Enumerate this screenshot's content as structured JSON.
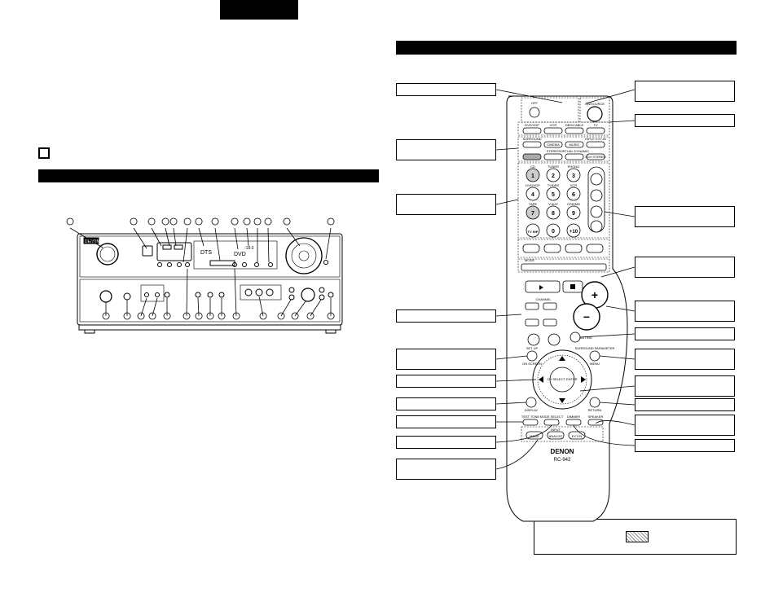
{
  "receiver": {
    "brand": "DENON",
    "display_dts": "DTS",
    "display_dvd": "DVD",
    "display_db": "-18.0"
  },
  "remote": {
    "brand": "DENON",
    "model": "RC-942",
    "keys": {
      "off": "OFF",
      "on_source": "ON/SOURCE",
      "dvd_vdp": "DVD/VDP",
      "vcr": "VCR",
      "dbs_cable": "DBS/CABLE",
      "tv": "TV",
      "surround": "SURROUND",
      "cinema": "CINEMA",
      "music": "MUSIC",
      "input_ext_in": "INPUT EXT.IN",
      "stereo": "STEREO",
      "virtual_dynamic": "VIRTUAL DYNAMIC",
      "5ch_stereo": "5CH STEREO",
      "n1": "1",
      "n2": "2",
      "n3": "3",
      "n4": "4",
      "n5": "5",
      "n6": "6",
      "n7": "7",
      "n8": "8",
      "n9": "9",
      "n0": "0",
      "plus10": "+10",
      "label_cd": "CD",
      "label_tuner": "TUNER",
      "label_phono": "PHONO",
      "label_dvd_vdp": "DVD/VDP",
      "label_tv_dbs": "TV/DBS",
      "label_vcr": "VCR",
      "label_tape": "TAPE",
      "label_vaux": "V.AUX",
      "label_cdr_md": "CDR/MD",
      "tv_inp": "TV INP",
      "volume_plus": "+",
      "volume_minus": "−",
      "channel_label": "CHANNEL",
      "mode": "MODE",
      "muting": "MUTING",
      "setup": "SET UP",
      "surround_parameter": "SURROUND PARAMETER",
      "menu": "MENU",
      "on_screen": "ON SCREEN",
      "select_enter": "CH SELECT ENTER",
      "display": "DISPLAY",
      "return": "RETURN",
      "test_tone": "TEST TONE",
      "mode_select": "MODE SELECT",
      "dimmer": "DIMMER",
      "speaker": "SPEAKER",
      "mode_btn": "MODE",
      "analog": "ANALOG",
      "ext_in": "EXT.IN",
      "input_label": "INPUT"
    }
  }
}
